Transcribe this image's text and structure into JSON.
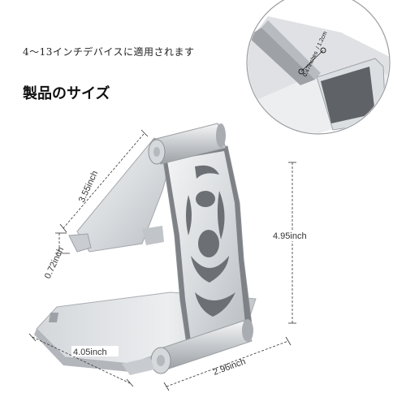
{
  "caption": {
    "compat_text": "4〜13インチデバイスに適用されます",
    "size_title": "製品のサイズ"
  },
  "dimensions": {
    "back_height": "3.55inch",
    "lip_height": "0.72inch",
    "total_height": "4.95inch",
    "base_depth": "4.05inch",
    "base_width": "2.96inch",
    "slot_width": "0.47inches",
    "slot_width_alt": "/ 1.2cm"
  },
  "colors": {
    "metal_light": "#e6e8ea",
    "metal_mid": "#c9ccd0",
    "metal_dark": "#8e9297",
    "slot_dark": "#5a5d61",
    "dim_line": "#333333"
  }
}
